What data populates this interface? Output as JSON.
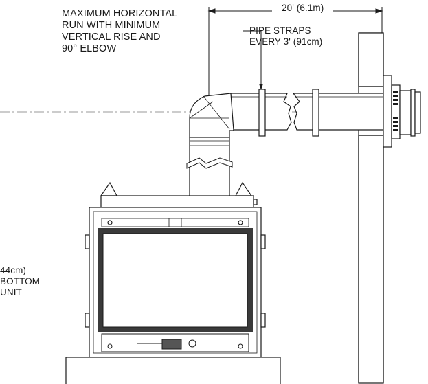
{
  "notes": {
    "max_run": "MAXIMUM HORIZONTAL\nRUN WITH MINIMUM\nVERTICAL RISE AND\n90° ELBOW",
    "pipe_straps": "PIPE STRAPS\nEVERY 3' (91cm)",
    "clearance": "44cm)\nBOTTOM\nUNIT"
  },
  "dimension": {
    "horizontal_run": "20' (6.1m)"
  },
  "colors": {
    "line": "#1a1a1a",
    "fill": "#ffffff",
    "glass": "#3a3a3a"
  }
}
